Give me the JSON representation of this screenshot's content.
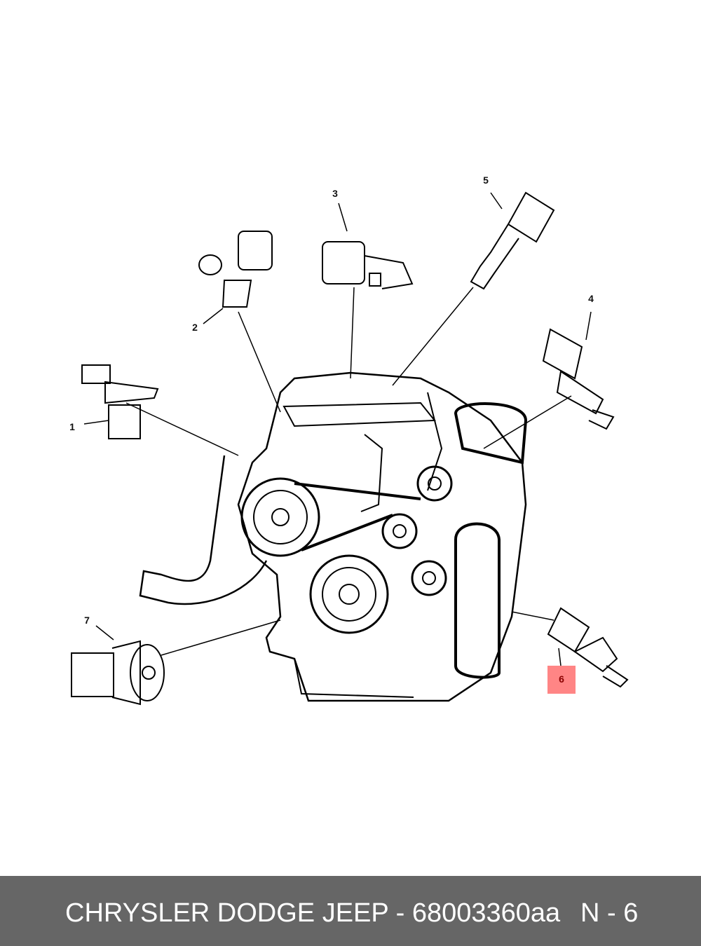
{
  "callouts": {
    "c1": "1",
    "c2": "2",
    "c3": "3",
    "c4": "4",
    "c5": "5",
    "c6": "6",
    "c7": "7"
  },
  "highlight_color": "#ff8585",
  "footer": {
    "title": "CHRYSLER DODGE JEEP - 68003360aa",
    "page": "N - 6"
  }
}
